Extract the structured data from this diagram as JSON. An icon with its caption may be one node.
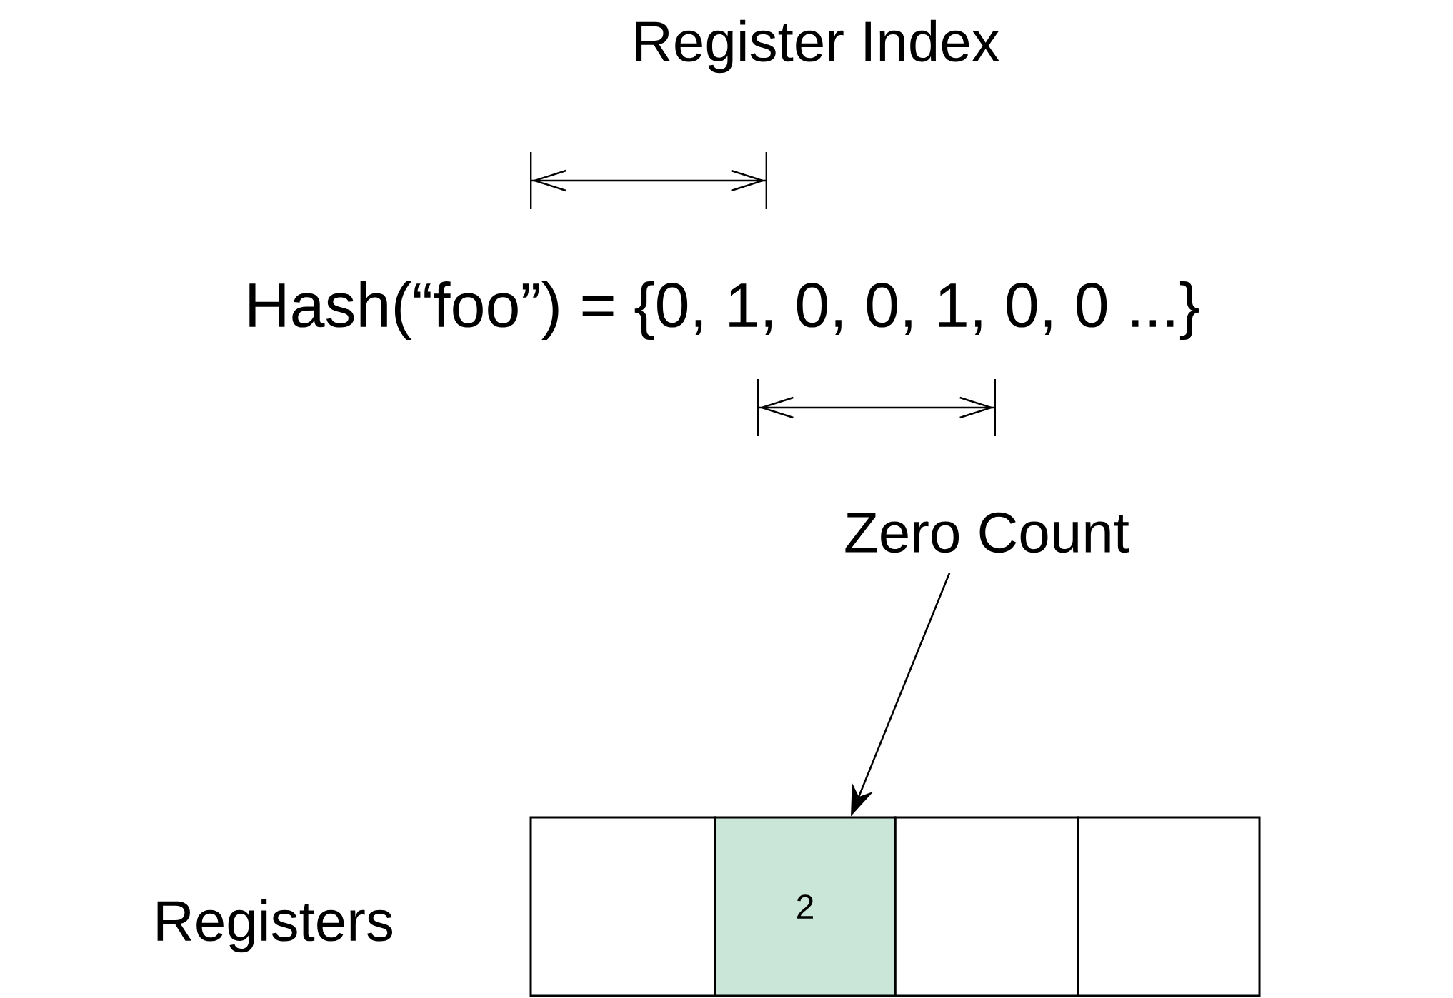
{
  "diagram": {
    "nodes": [
      {
        "text": [
          "Zero Count"
        ]
      },
      {
        "text": [],
        "shape": "box"
      },
      {
        "text": [
          "2"
        ]
      },
      {
        "text": [],
        "shape": "box"
      },
      {
        "text": [],
        "shape": "box"
      }
    ],
    "edges": [
      {
        "from": 0,
        "to": 2,
        "arrow": "to"
      }
    ],
    "labels": [
      "Register Index",
      "Hash(“foo”) = {0,  1,  0,  0,  1,  0,  0 ...}",
      "Registers"
    ]
  }
}
